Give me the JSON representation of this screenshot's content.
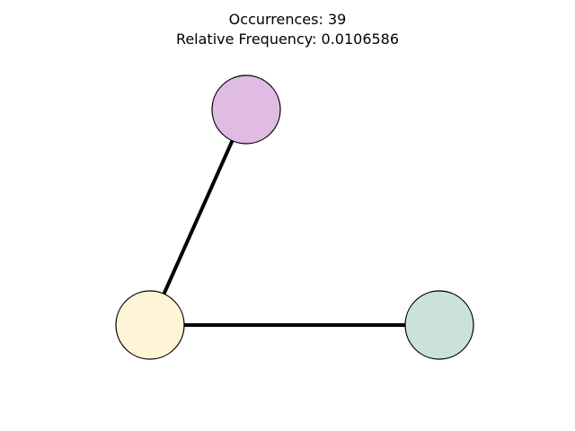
{
  "title": {
    "line1": "Occurrences: 39",
    "line2": "Relative Frequency: 0.0106586"
  },
  "graph": {
    "nodes": [
      {
        "id": "node-top",
        "fill": "#E0BBE4"
      },
      {
        "id": "node-left",
        "fill": "#FFF5D6"
      },
      {
        "id": "node-right",
        "fill": "#CBE2DA"
      }
    ],
    "edges": [
      {
        "from": "node-top",
        "to": "node-left"
      },
      {
        "from": "node-left",
        "to": "node-right"
      }
    ],
    "edge_color": "#000000",
    "node_outline": "#000000"
  }
}
